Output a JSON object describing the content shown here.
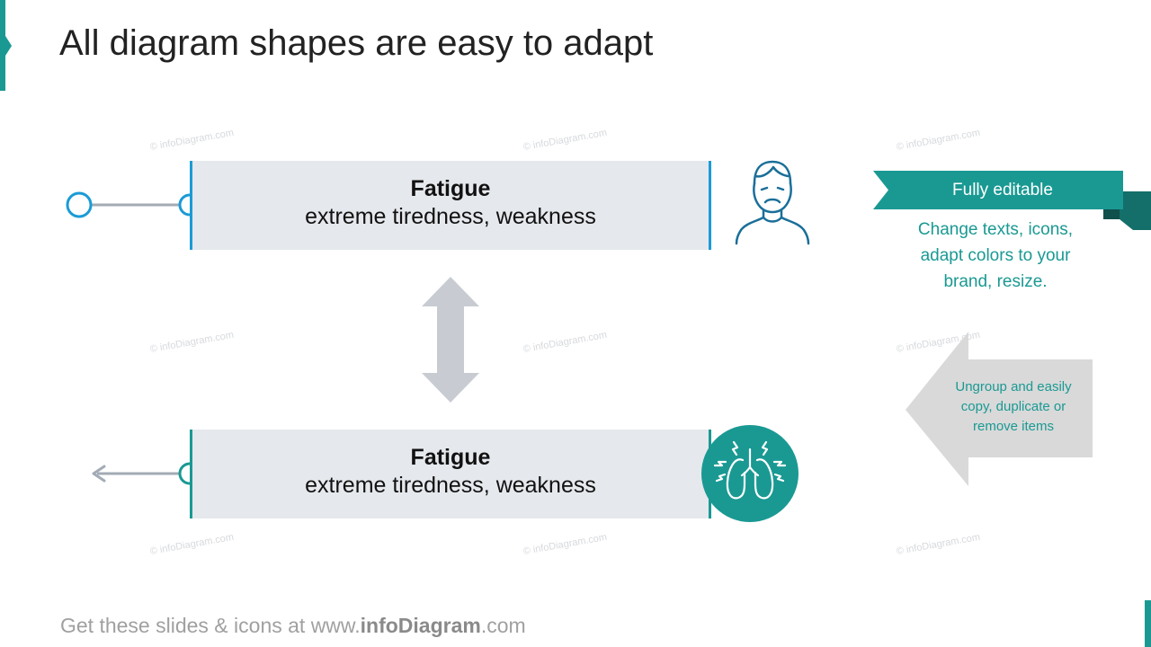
{
  "title": "All diagram shapes are easy to adapt",
  "watermark": "© infoDiagram.com",
  "items": [
    {
      "title": "Fatigue",
      "description": "extreme tiredness, weakness",
      "icon": "sad-person-icon"
    },
    {
      "title": "Fatigue",
      "description": "extreme tiredness, weakness",
      "icon": "lungs-icon"
    }
  ],
  "ribbon": {
    "label": "Fully editable"
  },
  "side_text": "Change texts, icons, adapt colors to your brand, resize.",
  "arrow_text": "Ungroup and easily copy, duplicate or remove items",
  "footer": {
    "prefix": "Get these slides & icons at www.",
    "brand": "infoDiagram",
    "suffix": ".com"
  },
  "colors": {
    "teal": "#1a9993",
    "blue": "#1b9bd6",
    "icon_blue": "#1a6f99",
    "box": "#e5e8ec",
    "gray_arrow": "#c8ccd2",
    "light_gray": "#d9d9d9",
    "dark_teal": "#146e6a"
  }
}
